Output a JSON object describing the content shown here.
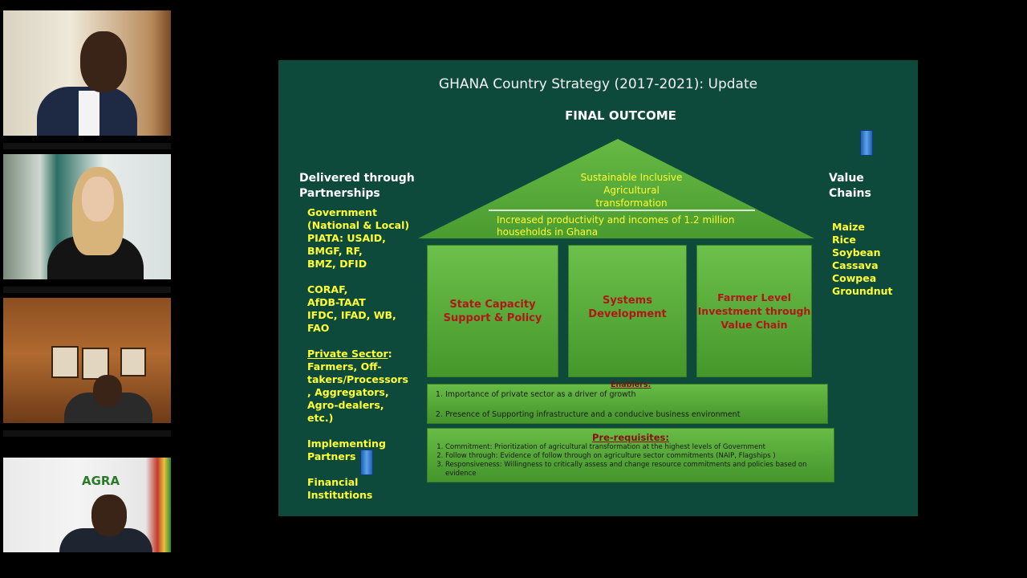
{
  "slide": {
    "title": "GHANA  Country Strategy  (2017-2021): Update",
    "final_outcome": "FINAL OUTCOME",
    "roof": {
      "goal_line1": "Sustainable Inclusive",
      "goal_line2": "Agricultural",
      "goal_line3": "transformation",
      "target_line1": "Increased productivity and incomes  of 1.2 million",
      "target_line2": "households in Ghana"
    },
    "pillars": [
      {
        "line1": "State Capacity",
        "line2": "Support & Policy"
      },
      {
        "line1": "Systems",
        "line2": "Development"
      },
      {
        "line1": "Farmer Level",
        "line2": "Investment through",
        "line3": "Value Chain"
      }
    ],
    "enablers": {
      "heading": "Enablers:",
      "items": [
        "Importance of private sector as a driver of growth",
        "Presence of Supporting infrastructure and a conducive business environment"
      ]
    },
    "prerequisites": {
      "heading": "Pre-requisites:",
      "items": [
        "Commitment: Prioritization of agricultural transformation at the highest levels of Government",
        "Follow through: Evidence of follow through on agriculture sector commitments (NAIP, Flagships )",
        "Responsiveness: Willingness to critically assess and change resource commitments and policies based on evidence"
      ]
    },
    "delivered": {
      "heading_line1": "Delivered through",
      "heading_line2": "Partnerships",
      "government": [
        "Government",
        "(National & Local)",
        "PIATA: USAID,",
        "BMGF, RF,",
        "BMZ, DFID"
      ],
      "multilateral": [
        "CORAF,",
        "AfDB-TAAT",
        "IFDC, IFAD, WB,",
        "FAO"
      ],
      "private_label": "Private Sector",
      "private_colon": ":",
      "private": [
        "Farmers, Off-",
        "takers/Processors",
        ", Aggregators,",
        "Agro-dealers,",
        "etc.)"
      ],
      "implementing": [
        "Implementing",
        "Partners"
      ],
      "financial": [
        "Financial",
        "Institutions"
      ]
    },
    "value_chains": {
      "heading_line1": "Value",
      "heading_line2": "Chains",
      "items": [
        "Maize",
        "Rice",
        "Soybean",
        "Cassava",
        "Cowpea",
        "Groundnut"
      ]
    }
  },
  "colors": {
    "slide_bg": "#0e4a3c",
    "pillar_green": "#5aad3a",
    "pillar_text": "#b01818",
    "yellow_text": "#ffff33"
  }
}
